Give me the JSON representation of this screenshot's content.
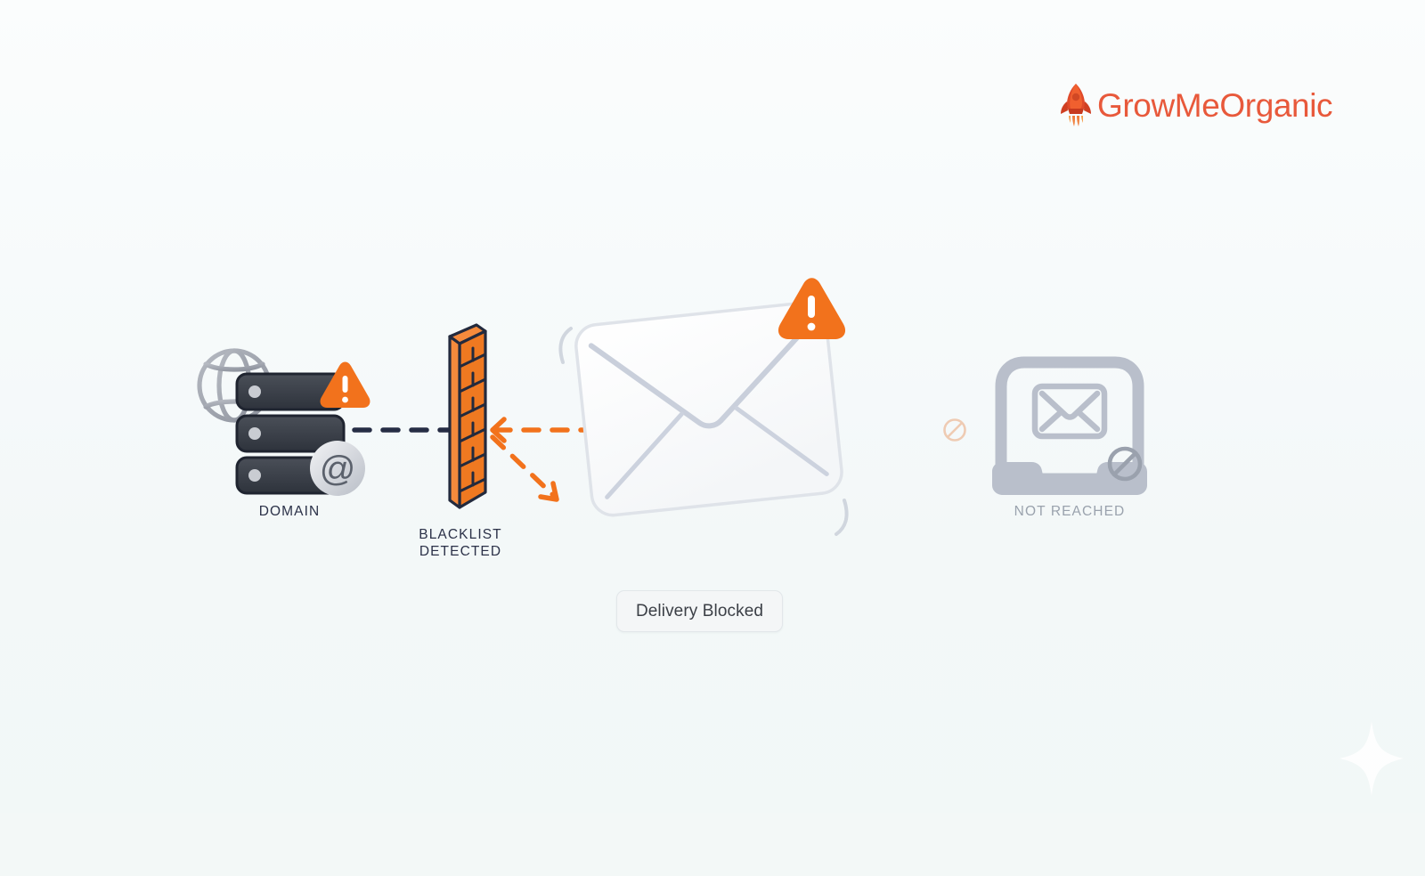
{
  "brand": {
    "name": "GrowMeOrganic",
    "logo_icon": "rocket-icon",
    "accent_color": "#e8593b"
  },
  "canvas": {
    "background_color": "#f5f9fa",
    "title": "Email delivery blocked by blacklist",
    "sparkle_icon": "sparkle-icon"
  },
  "flow": {
    "nodes": [
      {
        "id": "domain",
        "label": "DOMAIN",
        "icons": [
          "globe-icon",
          "server-stack-icon",
          "warning-triangle-icon",
          "at-badge-icon"
        ],
        "state": "warning",
        "color": "#2b3148"
      },
      {
        "id": "blacklist",
        "label": "BLACKLIST\nDETECTED",
        "icons": [
          "firewall-brick-wall-icon"
        ],
        "state": "blocked",
        "color": "#f2721c"
      },
      {
        "id": "email",
        "label": "",
        "icons": [
          "envelope-icon",
          "warning-triangle-icon"
        ],
        "state": "warning",
        "color": "#ffffff"
      },
      {
        "id": "inbox",
        "label": "NOT REACHED",
        "icons": [
          "inbox-tray-icon",
          "envelope-icon",
          "prohibited-icon"
        ],
        "state": "not-reached",
        "color": "#b9bfcb"
      }
    ],
    "connectors": [
      {
        "id": "domain-to-wall",
        "style": "dashed",
        "color": "#262d45",
        "direction": "right"
      },
      {
        "id": "wall-deflect-back",
        "style": "dashed",
        "color": "#f2721c",
        "direction": "left"
      },
      {
        "id": "wall-deflect-down",
        "style": "dashed",
        "color": "#f2721c",
        "direction": "down-right"
      },
      {
        "id": "email-to-inbox",
        "style": "dashed-fading",
        "color": "#f2721c",
        "direction": "right",
        "terminator": "prohibited-icon"
      }
    ]
  },
  "status": {
    "badge_label": "Delivery Blocked",
    "badge_text_color": "#3b3f46",
    "badge_bg_color": "#f4f6f7"
  }
}
